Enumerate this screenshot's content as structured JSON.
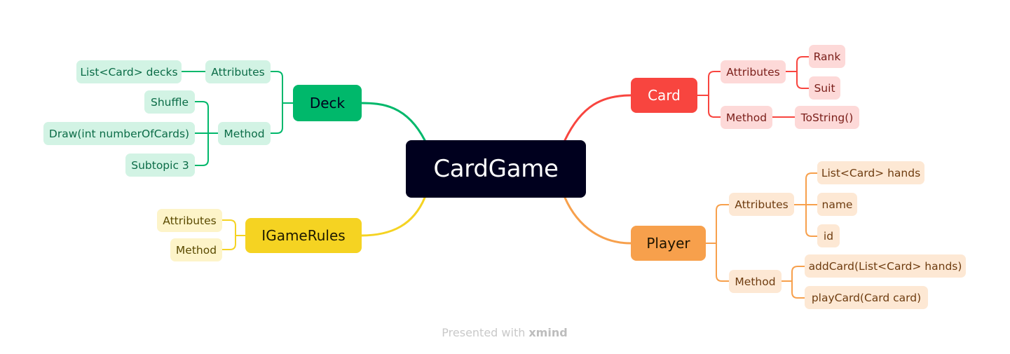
{
  "central": {
    "label": "CardGame"
  },
  "branches": {
    "deck": {
      "label": "Deck",
      "color": "#00b86b",
      "attributes": {
        "label": "Attributes",
        "items": [
          "List<Card> decks"
        ]
      },
      "method": {
        "label": "Method",
        "items": [
          "Shuffle",
          "Draw(int numberOfCards)",
          "Subtopic 3"
        ]
      }
    },
    "card": {
      "label": "Card",
      "color": "#f8453f",
      "attributes": {
        "label": "Attributes",
        "items": [
          "Rank",
          "Suit"
        ]
      },
      "method": {
        "label": "Method",
        "items": [
          "ToString()"
        ]
      }
    },
    "rules": {
      "label": "IGameRules",
      "color": "#f5d322",
      "attributes": {
        "label": "Attributes"
      },
      "method": {
        "label": "Method"
      }
    },
    "player": {
      "label": "Player",
      "color": "#f7a04c",
      "attributes": {
        "label": "Attributes",
        "items": [
          "List<Card> hands",
          "name",
          "id"
        ]
      },
      "method": {
        "label": "Method",
        "items": [
          "addCard(List<Card> hands)",
          "playCard(Card card)"
        ]
      }
    }
  },
  "footer": {
    "prefix": "Presented with",
    "brand": "xmind"
  }
}
